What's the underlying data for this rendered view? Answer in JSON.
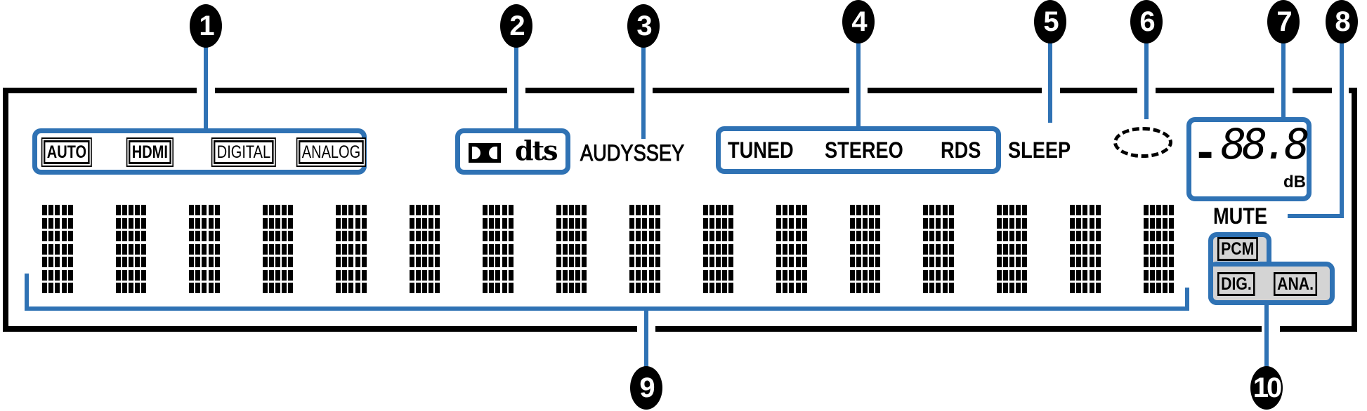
{
  "callouts": [
    "1",
    "2",
    "3",
    "4",
    "5",
    "6",
    "7",
    "8",
    "9",
    "10"
  ],
  "input_indicators": [
    "AUTO",
    "HDMI",
    "DIGITAL",
    "ANALOG"
  ],
  "decoder_indicators": {
    "dolby_symbol": "DD",
    "dts": "dts"
  },
  "audyssey": "AUDYSSEY",
  "tuner_indicators": [
    "TUNED",
    "STEREO",
    "RDS"
  ],
  "sleep": "SLEEP",
  "volume": {
    "sign": "-",
    "digits": "88.8",
    "unit": "dB"
  },
  "mute": "MUTE",
  "signal_indicators": [
    "PCM",
    "DIG.",
    "ANA."
  ],
  "matrix": {
    "characters": 16,
    "rows": 7,
    "cols": 5
  },
  "colors": {
    "accent": "#2f72b4",
    "frame": "#000000",
    "indicator_bg": "#d4d4d4"
  }
}
